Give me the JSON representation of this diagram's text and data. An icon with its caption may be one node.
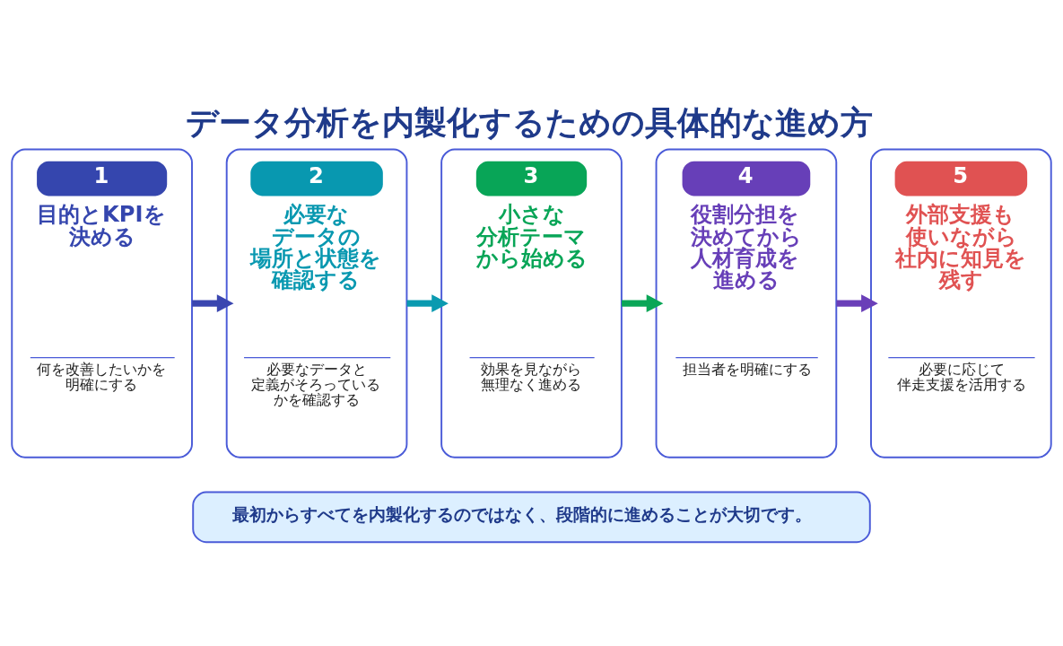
{
  "diagram": {
    "title": "データ分析を内製化するための具体的な進め方",
    "nodes": [
      {
        "text": [
          "1",
          "目的とKPIを決める",
          "何を改善したいかを明確にする"
        ]
      },
      {
        "text": [
          "2",
          "必要なデータの場所と状態を確認する",
          "必要なデータと定義がそろっているかを確認する"
        ]
      },
      {
        "text": [
          "3",
          "小さな分析テーマから始める",
          "効果を見ながら無理なく進める"
        ]
      },
      {
        "text": [
          "4",
          "役割分担を決めてから人材育成を進める",
          "担当者を明確にする"
        ]
      },
      {
        "text": [
          "5",
          "外部支援も使いながら社内に知見を残す",
          "必要に応じて伴走支援を活用する"
        ]
      },
      {
        "text": [
          "最初からすべてを内製化するのではなく、段階的に進めることが大切です。"
        ]
      }
    ],
    "edges": [
      {
        "from": 0,
        "to": 1,
        "arrow": "to",
        "color": "#3a46b0"
      },
      {
        "from": 1,
        "to": 2,
        "arrow": "to",
        "color": "#0a9ab0"
      },
      {
        "from": 2,
        "to": 3,
        "arrow": "to",
        "color": "#0aa657"
      },
      {
        "from": 3,
        "to": 4,
        "arrow": "to",
        "color": "#6a3fb8"
      }
    ]
  }
}
